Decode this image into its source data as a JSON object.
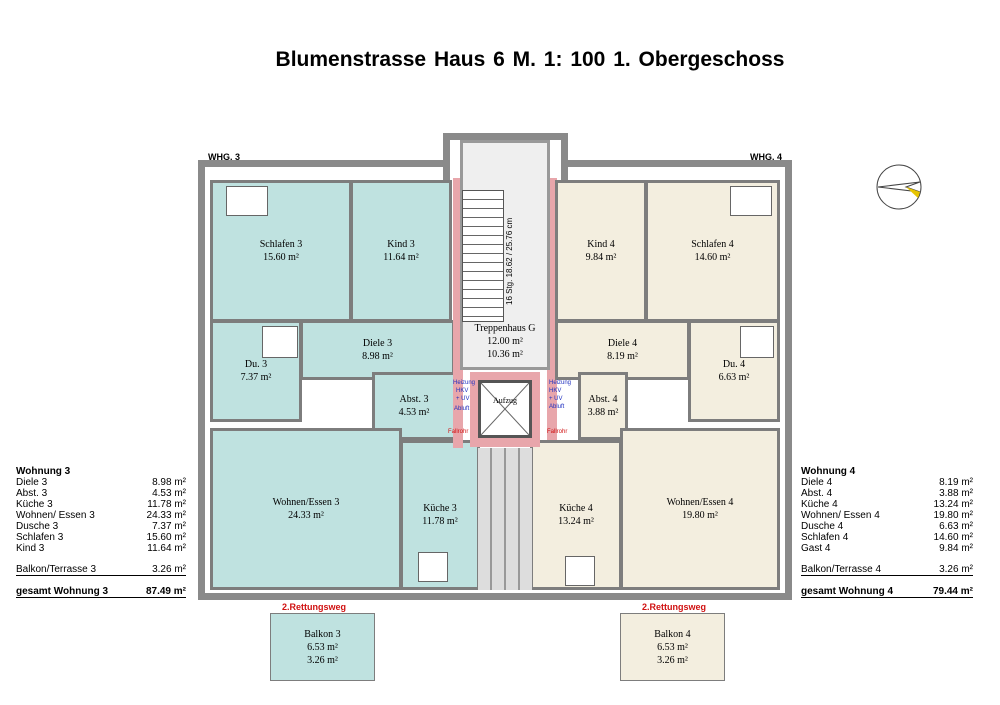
{
  "title": "Blumenstrasse Haus 6   M. 1: 100  1. Obergeschoss",
  "wohnung_labels": {
    "left": "WHG. 3",
    "right": "WHG. 4"
  },
  "rooms": {
    "schlafen3": {
      "name": "Schlafen 3",
      "area": "15.60 m²"
    },
    "kind3": {
      "name": "Kind 3",
      "area": "11.64 m²"
    },
    "du3": {
      "name": "Du. 3",
      "area": "7.37 m²"
    },
    "diele3": {
      "name": "Diele 3",
      "area": "8.98 m²"
    },
    "abst3": {
      "name": "Abst. 3",
      "area": "4.53 m²"
    },
    "wohnen3": {
      "name": "Wohnen/Essen 3",
      "area": "24.33 m²"
    },
    "kueche3": {
      "name": "Küche 3",
      "area": "11.78 m²"
    },
    "treppenhaus": {
      "name": "Treppenhaus G",
      "area": "12.00 m²",
      "area2": "10.36 m²",
      "stair": "16 Stg. 18.62 / 25.76 cm"
    },
    "aufzug": {
      "name": "Aufzug"
    },
    "kind4": {
      "name": "Kind 4",
      "area": "9.84 m²"
    },
    "schlafen4": {
      "name": "Schlafen 4",
      "area": "14.60 m²"
    },
    "diele4": {
      "name": "Diele 4",
      "area": "8.19 m²"
    },
    "du4": {
      "name": "Du. 4",
      "area": "6.63 m²"
    },
    "abst4": {
      "name": "Abst. 4",
      "area": "3.88 m²"
    },
    "kueche4": {
      "name": "Küche 4",
      "area": "13.24 m²"
    },
    "wohnen4": {
      "name": "Wohnen/Essen 4",
      "area": "19.80 m²"
    },
    "balkon3": {
      "name": "Balkon 3",
      "area": "6.53 m²",
      "area2": "3.26 m²"
    },
    "balkon4": {
      "name": "Balkon 4",
      "area": "6.53 m²",
      "area2": "3.26 m²"
    }
  },
  "technik": {
    "heizung": "Heizung",
    "hkv": "HKV",
    "uv": "+ UV",
    "abluft": "Abluft",
    "fallrohr": "Fallrohr"
  },
  "rettungsweg": "2.Rettungsweg",
  "wohnung3": {
    "title": "Wohnung 3",
    "items": [
      [
        "Diele 3",
        "8.98 m²"
      ],
      [
        "Abst. 3",
        "4.53 m²"
      ],
      [
        "Küche 3",
        "11.78 m²"
      ],
      [
        "Wohnen/ Essen 3",
        "24.33 m²"
      ],
      [
        "Dusche 3",
        "7.37 m²"
      ],
      [
        "Schlafen 3",
        "15.60 m²"
      ],
      [
        "Kind 3",
        "11.64 m²"
      ]
    ],
    "balkon": [
      "Balkon/Terrasse 3",
      "3.26 m²"
    ],
    "total": [
      "gesamt Wohnung 3",
      "87.49 m²"
    ]
  },
  "wohnung4": {
    "title": "Wohnung 4",
    "items": [
      [
        "Diele 4",
        "8.19 m²"
      ],
      [
        "Abst. 4",
        "3.88 m²"
      ],
      [
        "Küche 4",
        "13.24 m²"
      ],
      [
        "Wohnen/ Essen 4",
        "19.80 m²"
      ],
      [
        "Dusche 4",
        "6.63 m²"
      ],
      [
        "Schlafen 4",
        "14.60 m²"
      ],
      [
        "Gast 4",
        "9.84 m²"
      ]
    ],
    "balkon": [
      "Balkon/Terrasse 4",
      "3.26 m²"
    ],
    "total": [
      "gesamt Wohnung 4",
      "79.44 m²"
    ]
  }
}
